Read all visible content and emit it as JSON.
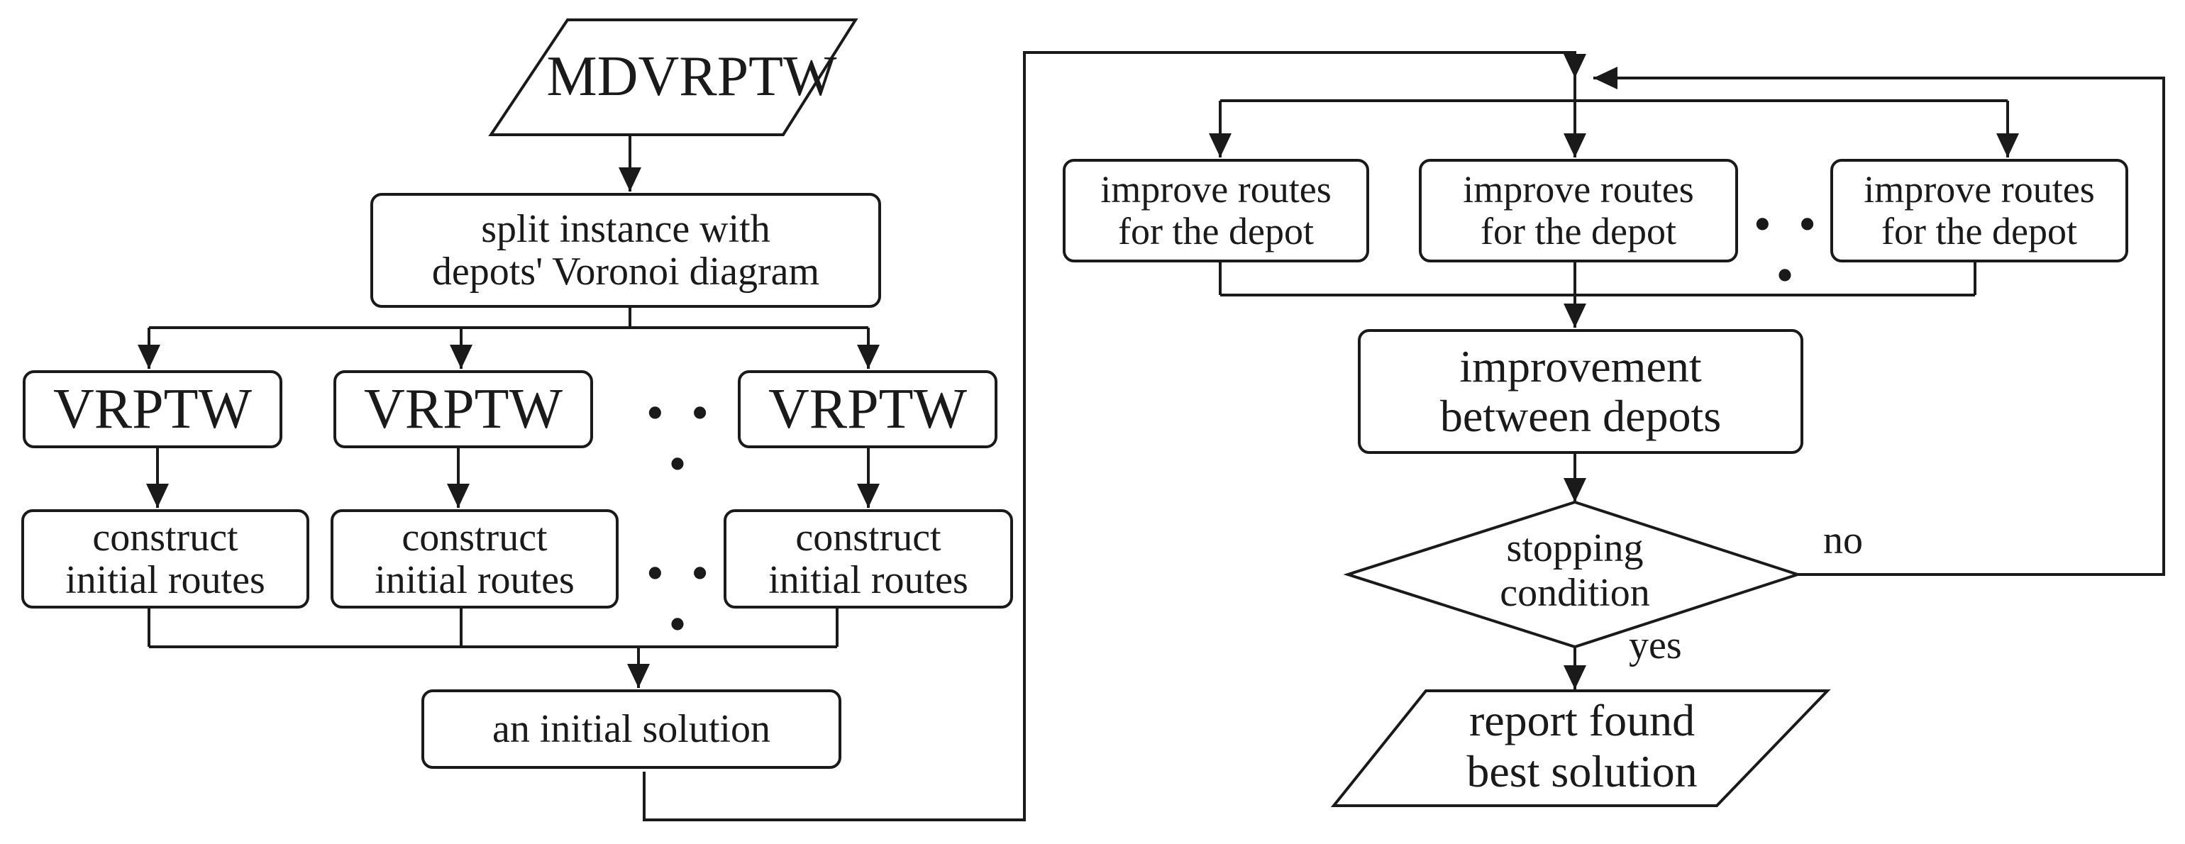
{
  "start": {
    "label": "MDVRPTW"
  },
  "split": {
    "label": "split instance with\ndepots' Voronoi diagram"
  },
  "vrptw": {
    "label": "VRPTW"
  },
  "construct": {
    "label": "construct\ninitial routes"
  },
  "initial_solution": {
    "label": "an initial solution"
  },
  "improve_depot": {
    "label": "improve routes\nfor the depot"
  },
  "improve_between": {
    "label": "improvement\nbetween depots"
  },
  "decision": {
    "label": "stopping\ncondition",
    "no": "no",
    "yes": "yes"
  },
  "end": {
    "label": "report found\nbest solution"
  },
  "ellipsis": "• • •"
}
